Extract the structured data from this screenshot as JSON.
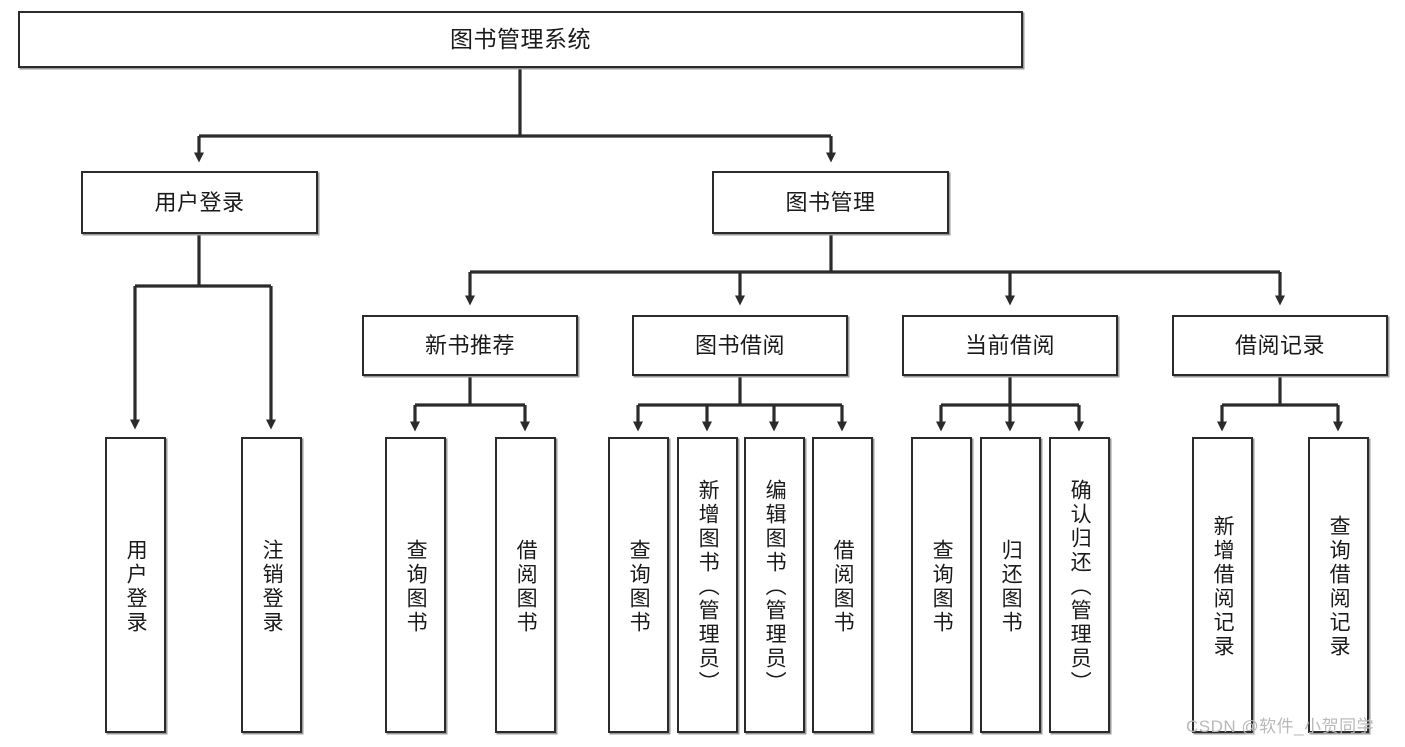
{
  "diagram": {
    "title": "图书管理系统",
    "type": "functional-structure-tree",
    "watermark": "CSDN @软件_小贺同学",
    "colors": {
      "box_border": "#2b2b2b",
      "box_fill": "#ffffff",
      "connector": "#2b2b2b",
      "background": "#ffffff",
      "watermark": "#b9b9b9"
    },
    "levels": {
      "level1": [
        "图书管理系统"
      ],
      "level2": [
        "用户登录",
        "图书管理"
      ],
      "level3": [
        "新书推荐",
        "图书借阅",
        "当前借阅",
        "借阅记录"
      ],
      "level4": [
        "用户登录",
        "注销登录",
        "查询图书",
        "借阅图书",
        "查询图书",
        "新增图书（管理员）",
        "编辑图书（管理员）",
        "借阅图书",
        "查询图书",
        "归还图书",
        "确认归还（管理员）",
        "新增借阅记录",
        "查询借阅记录"
      ]
    },
    "nodes": {
      "root": {
        "label": "图书管理系统"
      },
      "user_login": {
        "label": "用户登录"
      },
      "book_manage": {
        "label": "图书管理"
      },
      "new_book_rec": {
        "label": "新书推荐"
      },
      "book_borrow": {
        "label": "图书借阅"
      },
      "current_borrow": {
        "label": "当前借阅"
      },
      "borrow_record": {
        "label": "借阅记录"
      },
      "leaf_user_login": {
        "label": "用户登录"
      },
      "leaf_logout": {
        "label": "注销登录"
      },
      "leaf_query_book_1": {
        "label": "查询图书"
      },
      "leaf_borrow_book_1": {
        "label": "借阅图书"
      },
      "leaf_query_book_2": {
        "label": "查询图书"
      },
      "leaf_add_book": {
        "label": "新增图书（管理员）"
      },
      "leaf_edit_book": {
        "label": "编辑图书（管理员）"
      },
      "leaf_borrow_book_2": {
        "label": "借阅图书"
      },
      "leaf_query_book_3": {
        "label": "查询图书"
      },
      "leaf_return_book": {
        "label": "归还图书"
      },
      "leaf_confirm_return": {
        "label": "确认归还（管理员）"
      },
      "leaf_add_record": {
        "label": "新增借阅记录"
      },
      "leaf_query_record": {
        "label": "查询借阅记录"
      }
    },
    "edges": [
      {
        "from": "图书管理系统",
        "to": "用户登录"
      },
      {
        "from": "图书管理系统",
        "to": "图书管理"
      },
      {
        "from": "用户登录",
        "to": "用户登录"
      },
      {
        "from": "用户登录",
        "to": "注销登录"
      },
      {
        "from": "图书管理",
        "to": "新书推荐"
      },
      {
        "from": "图书管理",
        "to": "图书借阅"
      },
      {
        "from": "图书管理",
        "to": "当前借阅"
      },
      {
        "from": "图书管理",
        "to": "借阅记录"
      },
      {
        "from": "新书推荐",
        "to": "查询图书"
      },
      {
        "from": "新书推荐",
        "to": "借阅图书"
      },
      {
        "from": "图书借阅",
        "to": "查询图书"
      },
      {
        "from": "图书借阅",
        "to": "新增图书（管理员）"
      },
      {
        "from": "图书借阅",
        "to": "编辑图书（管理员）"
      },
      {
        "from": "图书借阅",
        "to": "借阅图书"
      },
      {
        "from": "当前借阅",
        "to": "查询图书"
      },
      {
        "from": "当前借阅",
        "to": "归还图书"
      },
      {
        "from": "当前借阅",
        "to": "确认归还（管理员）"
      },
      {
        "from": "借阅记录",
        "to": "新增借阅记录"
      },
      {
        "from": "借阅记录",
        "to": "查询借阅记录"
      }
    ]
  }
}
